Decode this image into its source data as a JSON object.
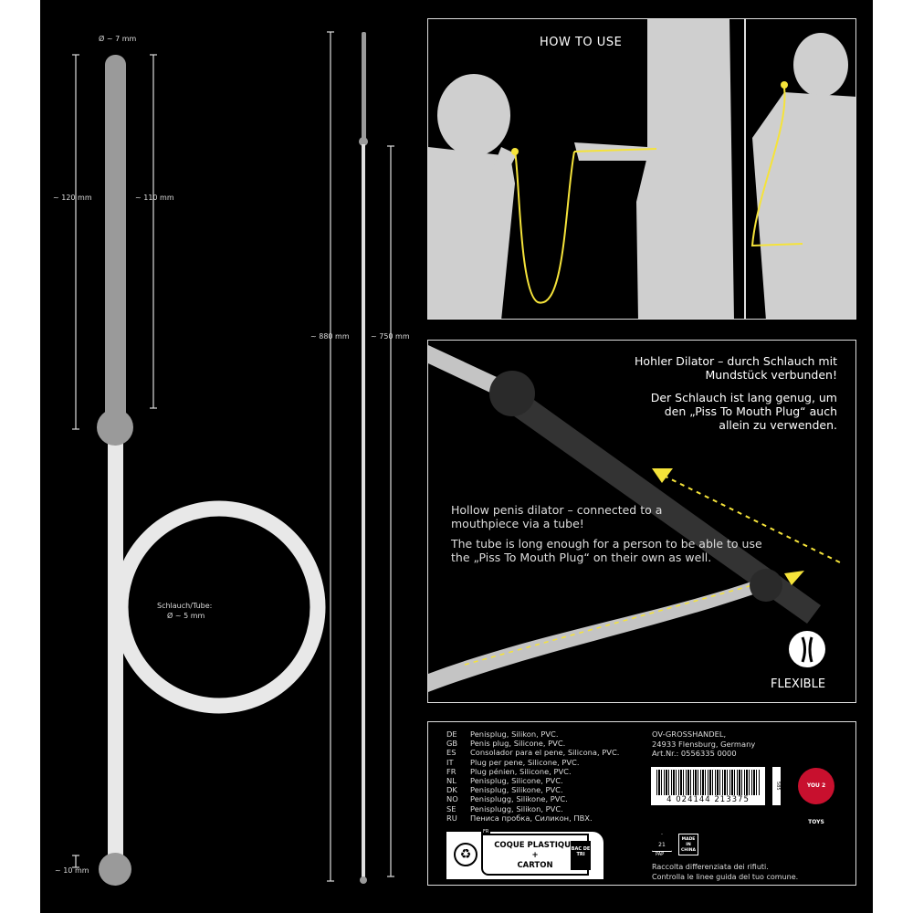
{
  "dimensions": {
    "diameter_plug": "Ø ~ 7 mm",
    "length_total_plug": "~ 120 mm",
    "length_insert": "~ 110 mm",
    "length_total": "~ 880 mm",
    "length_tube": "~ 750 mm",
    "ball_size": "~ 10 mm",
    "tube_label": "Schlauch/Tube:",
    "tube_diameter": "Ø ~ 5 mm"
  },
  "how_to_use": {
    "title": "HOW TO USE"
  },
  "description": {
    "de_1": "Hohler Dilator – durch Schlauch mit Mundstück verbunden!",
    "de_2": "Der Schlauch ist lang genug, um den „Piss To Mouth Plug“ auch allein zu verwenden.",
    "en_1": "Hollow penis dilator – connected to a mouthpiece via a tube!",
    "en_2": "The tube is long enough for a person to be able to use the „Piss To Mouth Plug“ on their own as well.",
    "badge": "FLEXIBLE"
  },
  "languages": [
    {
      "code": "DE",
      "text": "Penisplug, Silikon, PVC."
    },
    {
      "code": "GB",
      "text": "Penis plug, Silicone, PVC."
    },
    {
      "code": "ES",
      "text": "Consolador para el pene, Silicona, PVC."
    },
    {
      "code": "IT",
      "text": "Plug per pene, Silicone, PVC."
    },
    {
      "code": "FR",
      "text": "Plug pénien, Silicone, PVC."
    },
    {
      "code": "NL",
      "text": "Penisplug, Silicone, PVC."
    },
    {
      "code": "DK",
      "text": "Penisplug, Silikone, PVC."
    },
    {
      "code": "NO",
      "text": "Penisplugg, Silikone, PVC."
    },
    {
      "code": "SE",
      "text": "Penisplugg, Silikon, PVC."
    },
    {
      "code": "RU",
      "text": "Пениса пробка, Силикон, ПВХ."
    }
  ],
  "company": {
    "name": "OV-GROSSHANDEL,",
    "address": "24933 Flensburg, Germany",
    "article": "Art.Nr.: 0556335 0000",
    "barcode": "4 024144 213375",
    "code_small": "585",
    "brand": "YOU 2 TOYS"
  },
  "recycling": {
    "fr_tag": "FR",
    "triman_line1": "COQUE PLASTIQUE",
    "triman_plus": "+",
    "triman_line2": "CARTON",
    "bin": "BAC DE TRI",
    "pap_num": "21",
    "pap": "PAP",
    "made_in": "MADE IN CHINA",
    "it_1": "Raccolta differenziata dei rifiuti.",
    "it_2": "Controlla le linee guida del tuo comune."
  },
  "colors": {
    "accent": "#f5e33a",
    "silhouette": "#cfcfcf",
    "plug_gray": "#9a9a9a",
    "brand_red": "#c8102e"
  }
}
